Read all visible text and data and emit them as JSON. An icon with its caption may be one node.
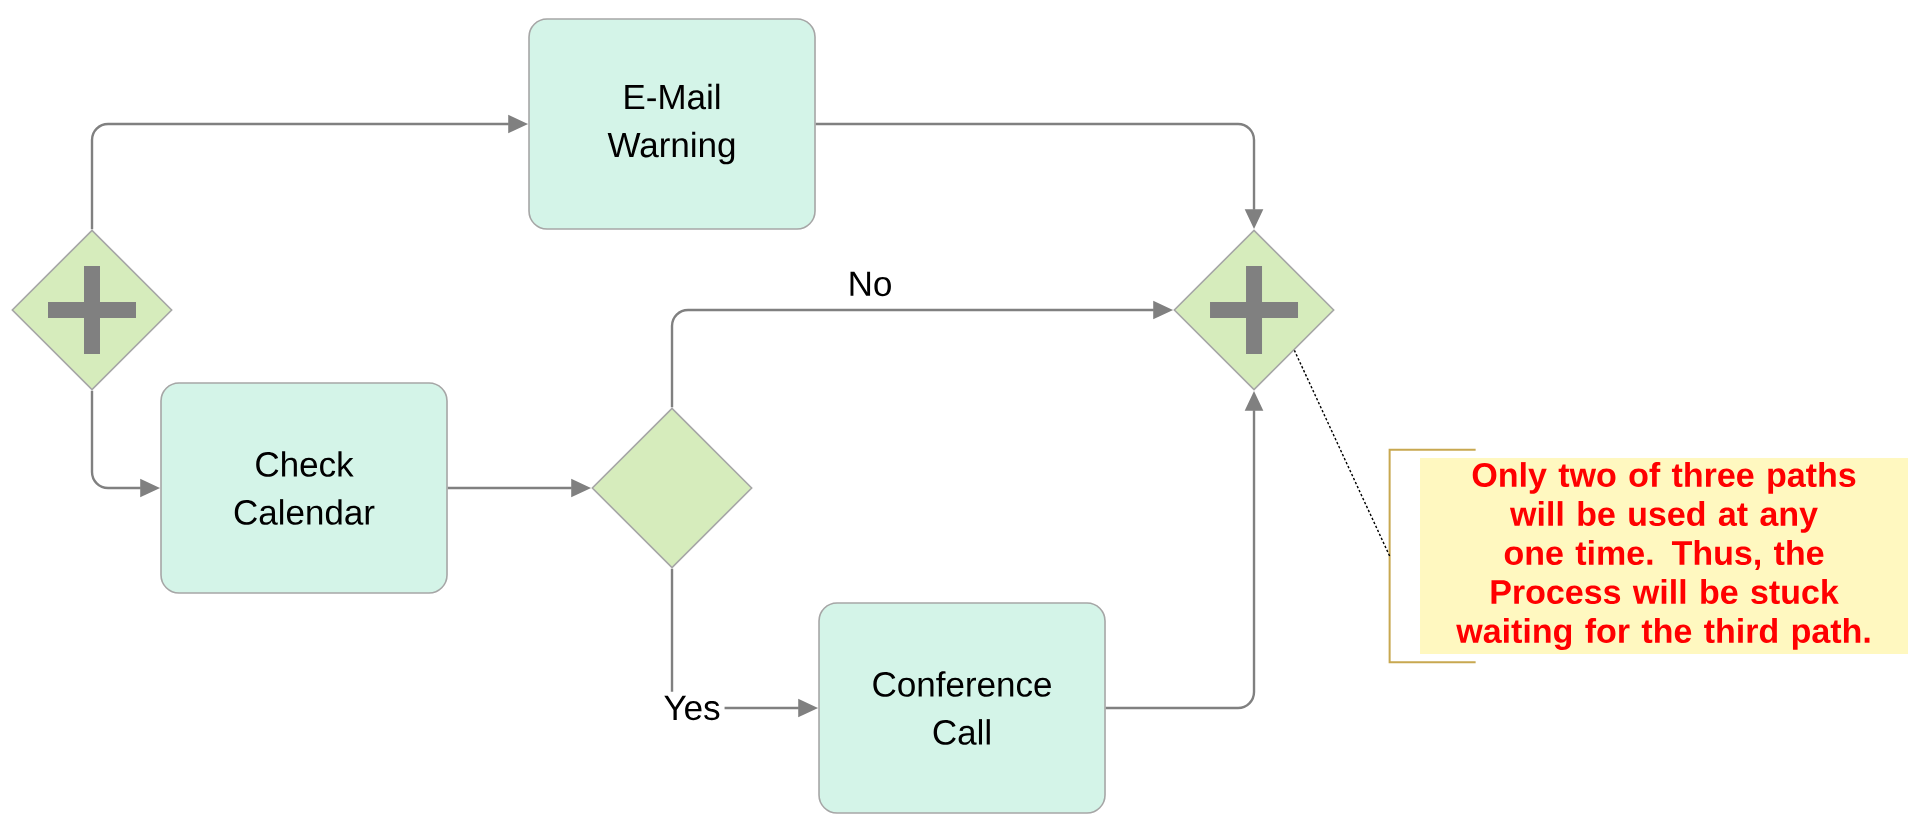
{
  "diagram": {
    "nodes": [
      {
        "text": [],
        "shape": "diamond"
      },
      {
        "text": [
          "E-Mail Warning"
        ]
      },
      {
        "text": [
          "Check Calendar"
        ]
      },
      {
        "text": [],
        "shape": "diamond"
      },
      {
        "text": [
          "Conference Call"
        ]
      },
      {
        "text": [],
        "shape": "diamond"
      },
      {
        "text": [
          "Only two of three paths will be used at any one time. Thus, the Process will be stuck waiting for the third path."
        ]
      }
    ],
    "edges": [
      {
        "from": 0,
        "to": 1,
        "arrow": "to"
      },
      {
        "from": 0,
        "to": 2,
        "arrow": "to"
      },
      {
        "from": 1,
        "to": 5,
        "arrow": "to"
      },
      {
        "from": 2,
        "to": 3,
        "arrow": "to"
      },
      {
        "from": 3,
        "to": 5,
        "arrow": "to",
        "label": "No"
      },
      {
        "from": 3,
        "to": 4,
        "arrow": "to",
        "label": "Yes"
      },
      {
        "from": 4,
        "to": 5,
        "arrow": "to"
      },
      {
        "from": 6,
        "to": 5,
        "arrow": "none",
        "style": "dashed",
        "color": "#000000"
      }
    ]
  }
}
